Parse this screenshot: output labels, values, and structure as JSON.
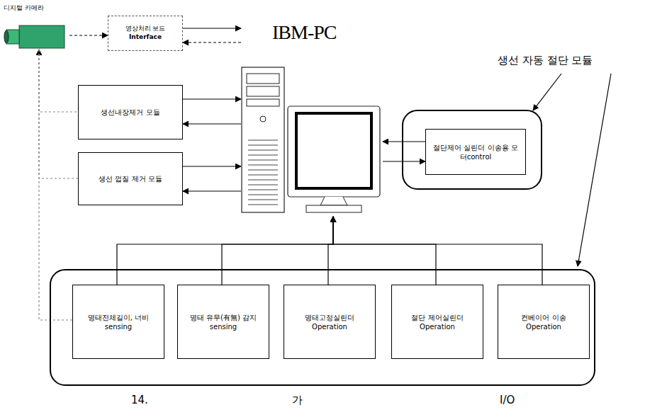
{
  "diagram": {
    "nodes": [
      {
        "text": [
          "디지털 카메라"
        ]
      },
      {
        "text": [
          "영상처리 보드",
          "Interface"
        ]
      },
      {
        "text": [
          "IBM-PC"
        ]
      },
      {
        "text": [
          "생선내장제거 모듈"
        ]
      },
      {
        "text": [
          "생선 껍질 제거 모듈"
        ]
      },
      {
        "text": []
      },
      {
        "text": [
          "절단제어 실린더 이송용 모터control"
        ],
        "in": 5
      },
      {
        "text": []
      },
      {
        "text": [
          "명태전체길이, 너비sensing"
        ],
        "in": 7
      },
      {
        "text": [
          "명태 유무(有無) 감지 sensing"
        ],
        "in": 7
      },
      {
        "text": [
          "명태고정실린더 Operation"
        ],
        "in": 7
      },
      {
        "text": [
          "절단 제어실린더 Operation"
        ],
        "in": 7
      },
      {
        "text": [
          "컨베이어 이송 Operation"
        ],
        "in": 7
      }
    ],
    "edges": [
      {
        "from": 0,
        "to": 1,
        "arrow": "to"
      },
      {
        "from": 1,
        "to": 2,
        "arrow": "to"
      },
      {
        "from": 2,
        "to": 1,
        "arrow": "to"
      },
      {
        "from": 3,
        "to": 2,
        "arrow": "to"
      },
      {
        "from": 2,
        "to": 3,
        "arrow": "to"
      },
      {
        "from": 4,
        "to": 2,
        "arrow": "to"
      },
      {
        "from": 2,
        "to": 4,
        "arrow": "to"
      },
      {
        "from": 6,
        "to": 2,
        "arrow": "to"
      },
      {
        "from": 2,
        "to": 6,
        "arrow": "to"
      },
      {
        "from": 8,
        "to": 2,
        "arrow": "to"
      },
      {
        "from": 9,
        "to": 2,
        "arrow": "to"
      },
      {
        "from": 10,
        "to": 2,
        "arrow": "to"
      },
      {
        "from": 11,
        "to": 2,
        "arrow": "to"
      },
      {
        "from": 12,
        "to": 2,
        "arrow": "to"
      },
      {
        "from": 8,
        "to": 0,
        "arrow": "to"
      },
      {
        "from": 0,
        "to": 3,
        "arrow": "none"
      },
      {
        "from": 0,
        "to": 4,
        "arrow": "none"
      }
    ],
    "labels": [
      "생선 자동 절단 모듈",
      "14.",
      "가",
      "I/O"
    ]
  }
}
